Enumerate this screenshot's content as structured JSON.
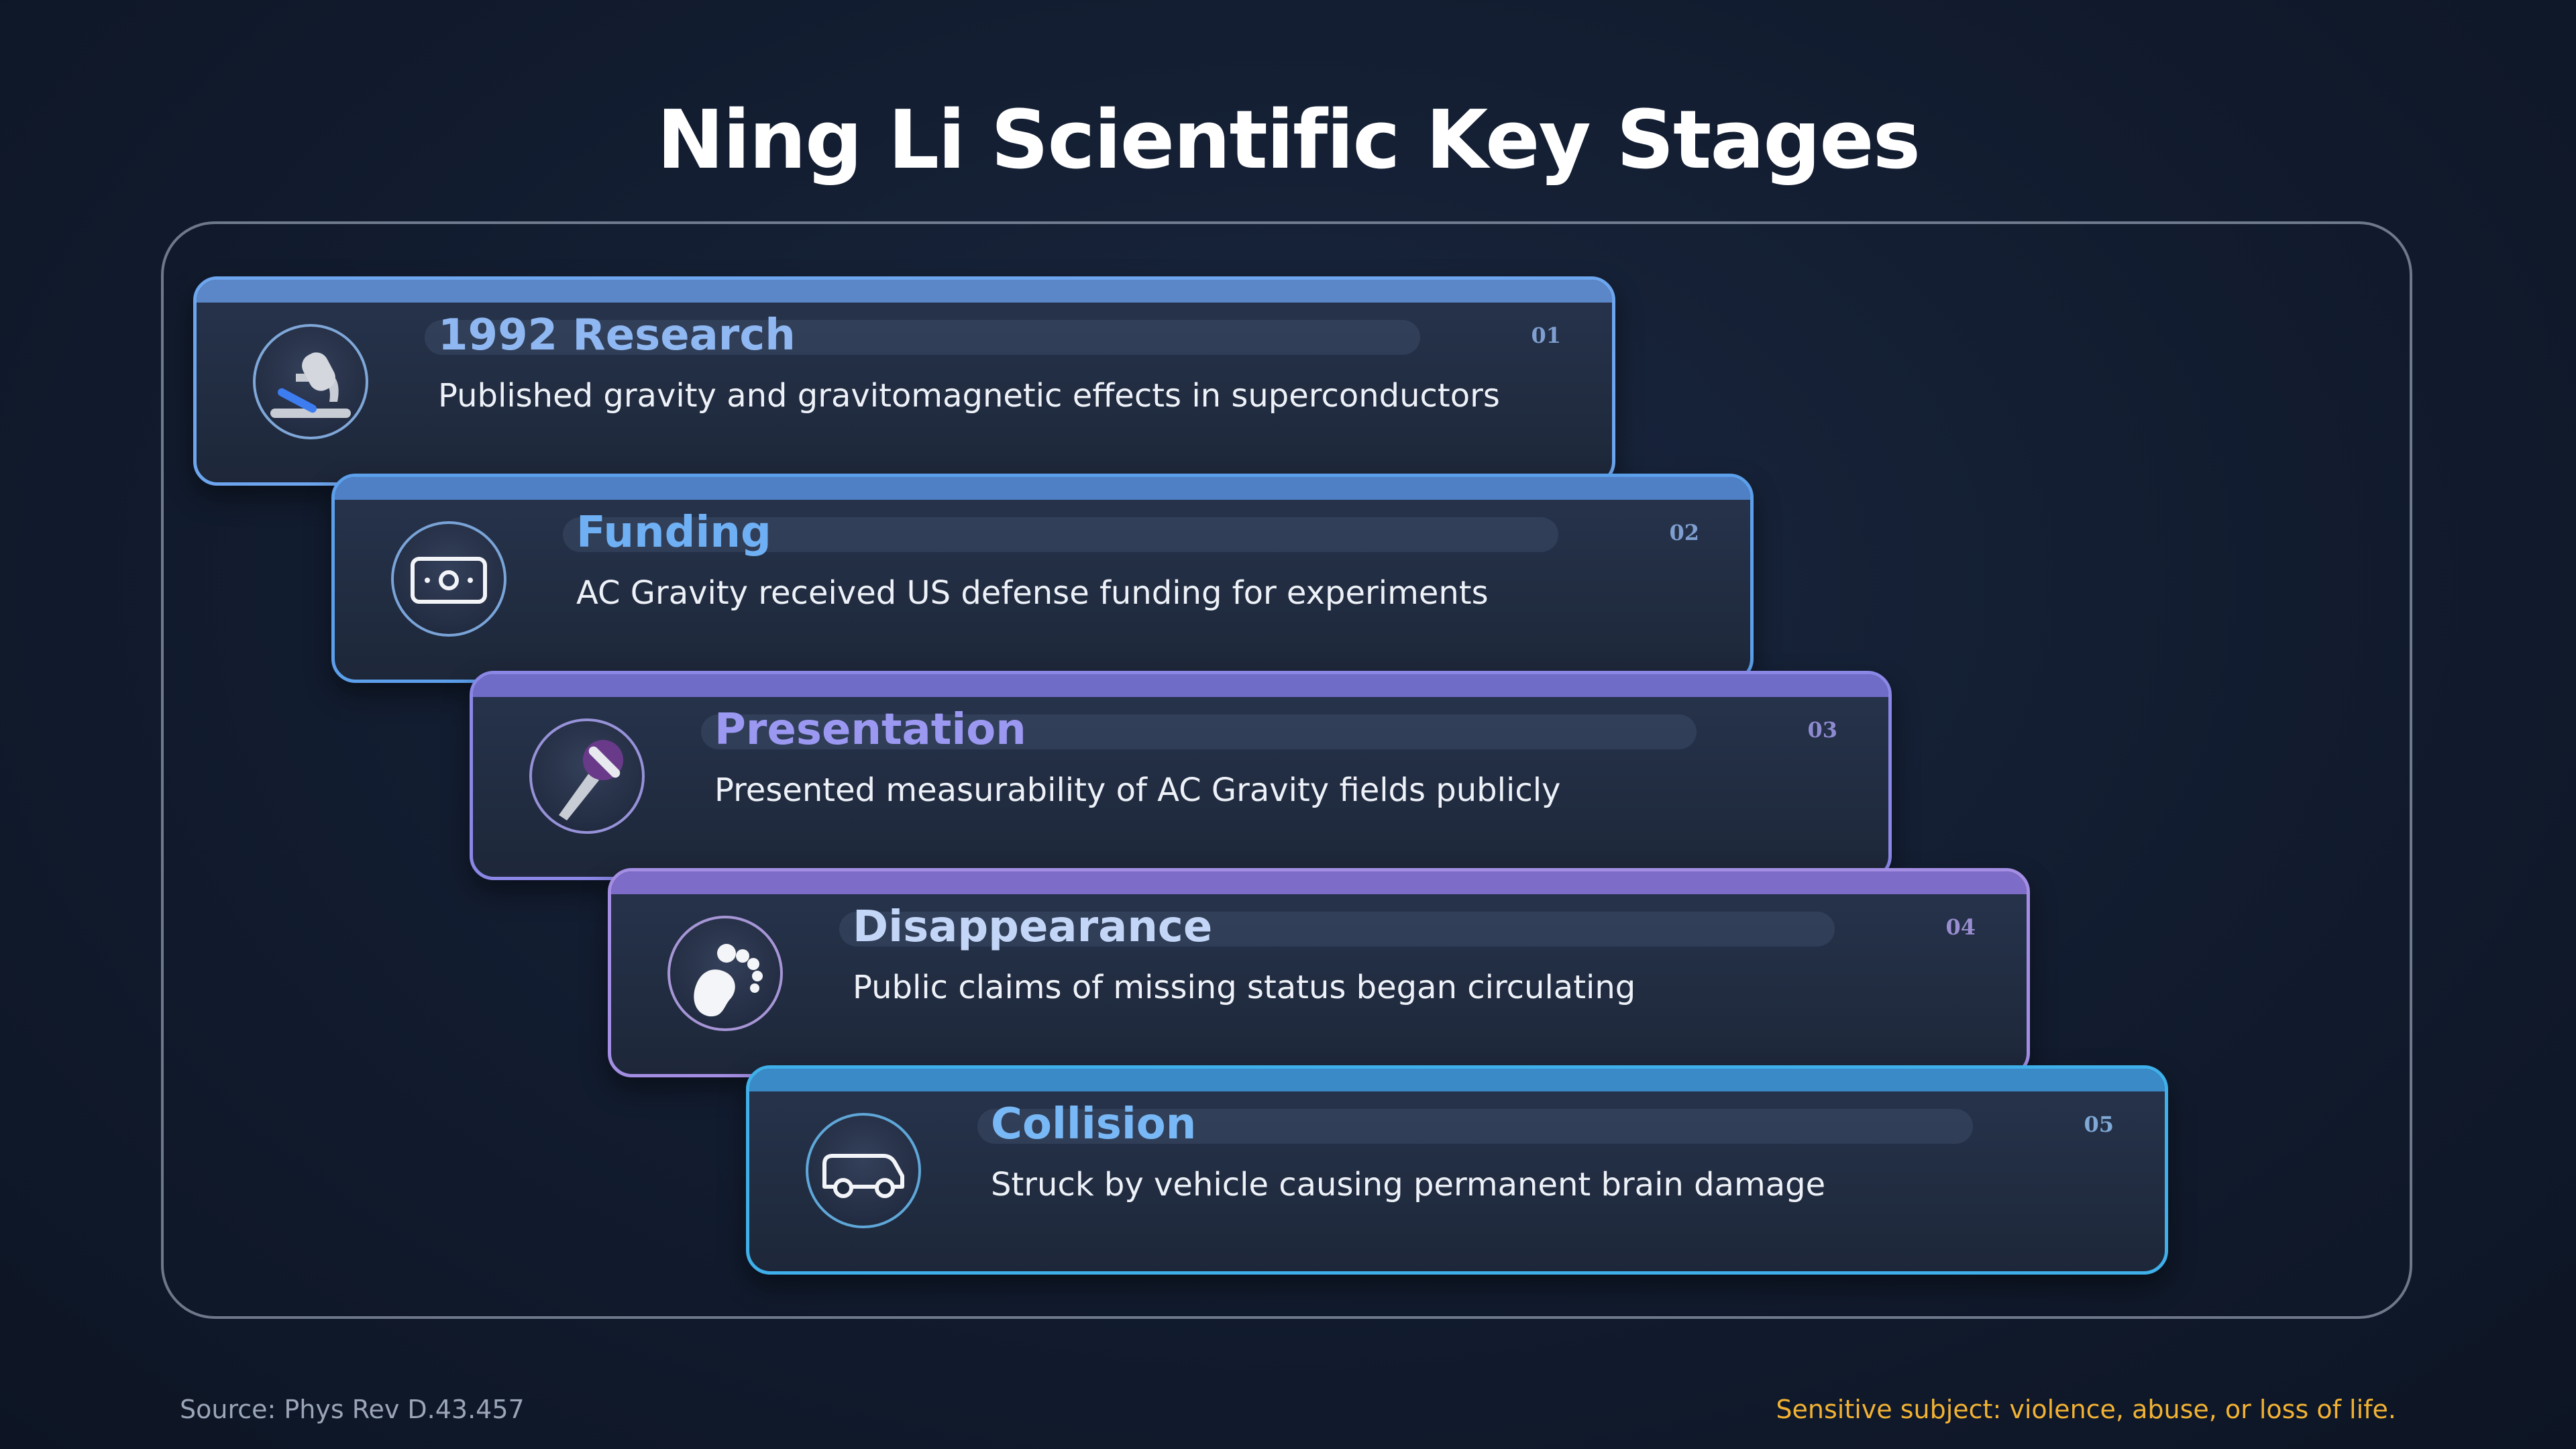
{
  "title": "Ning Li Scientific Key Stages",
  "stages": [
    {
      "heading": "1992 Research",
      "description": "Published gravity and gravitomagnetic effects in superconductors",
      "number": "01",
      "icon": "microscope-icon"
    },
    {
      "heading": "Funding",
      "description": "AC Gravity received US defense funding for experiments",
      "number": "02",
      "icon": "banknote-icon"
    },
    {
      "heading": "Presentation",
      "description": "Presented measurability of AC Gravity fields publicly",
      "number": "03",
      "icon": "microphone-icon"
    },
    {
      "heading": "Disappearance",
      "description": "Public claims of missing status began circulating",
      "number": "04",
      "icon": "footprint-icon"
    },
    {
      "heading": "Collision",
      "description": "Struck by vehicle causing permanent brain damage",
      "number": "05",
      "icon": "car-icon"
    }
  ],
  "footer": {
    "source": "Source: Phys Rev D.43.457",
    "warning": "Sensitive subject: violence, abuse, or loss of life."
  },
  "colors": {
    "background": "#121c2f",
    "card_blue": "#6da6ee",
    "card_violet": "#8a87e6",
    "card_purple": "#a48ee4",
    "card_cyan": "#3fb0ea",
    "warning": "#f2b233"
  }
}
